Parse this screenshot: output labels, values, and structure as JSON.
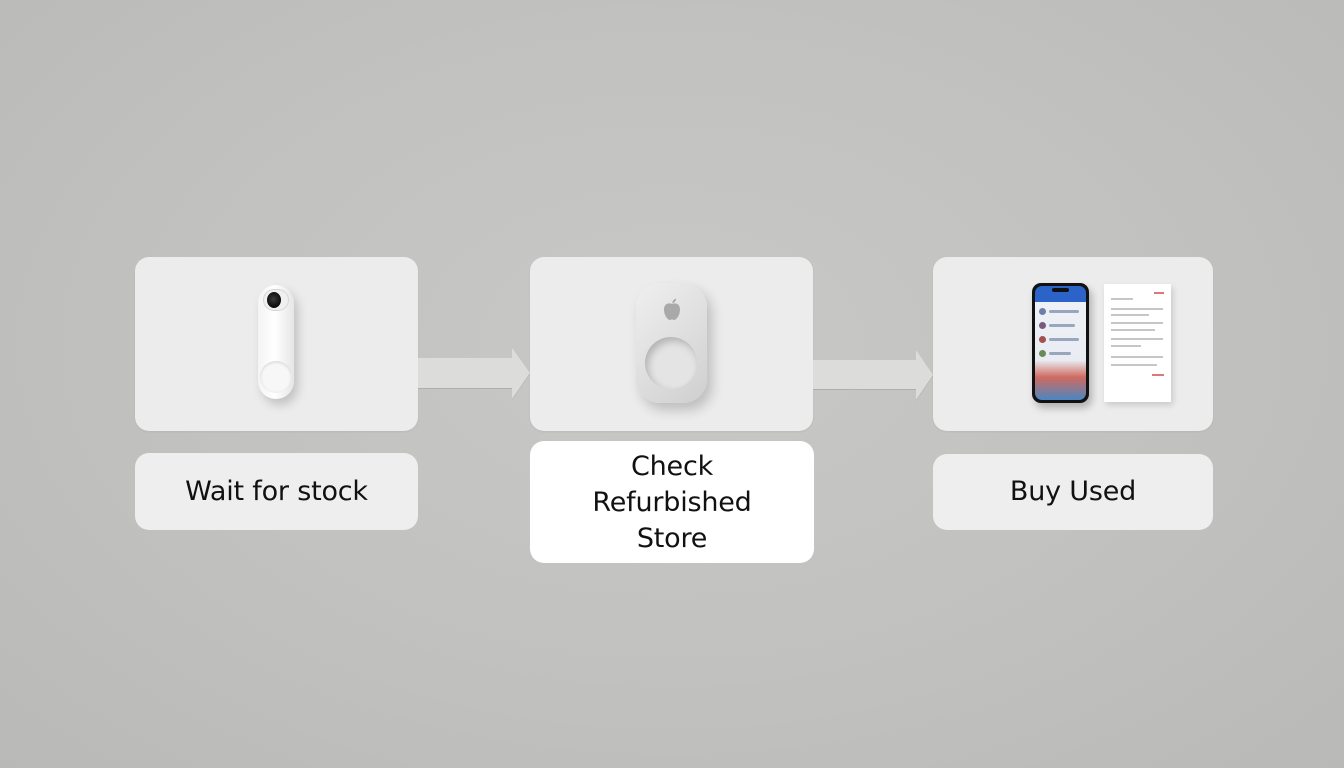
{
  "steps": [
    {
      "label": "Wait for stock",
      "image": "video-doorbell-icon"
    },
    {
      "label": "Check\nRefurbished\nStore",
      "image": "apple-tag-icon"
    },
    {
      "label": "Buy Used",
      "image": "phone-with-receipt-icon"
    }
  ],
  "colors": {
    "background": "#c1c1bf",
    "card": "#ececec",
    "highlight_card": "#ffffff",
    "arrow": "#dcdcda",
    "text": "#111111"
  }
}
